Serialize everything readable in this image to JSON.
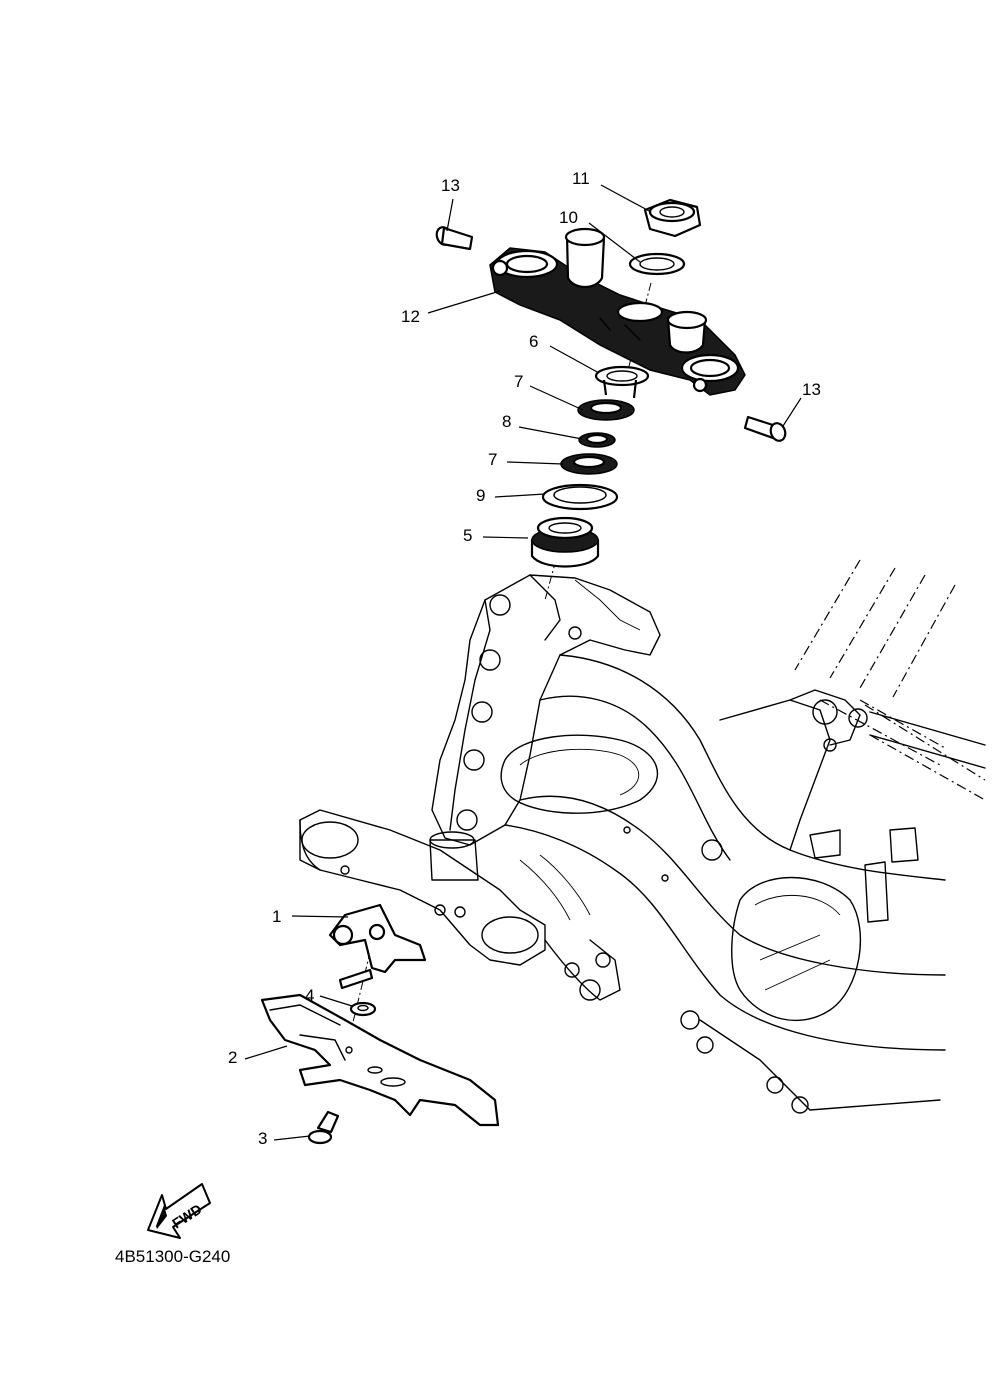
{
  "diagram": {
    "callouts": {
      "c1": "1",
      "c2": "2",
      "c3": "3",
      "c4": "4",
      "c5": "5",
      "c6": "6",
      "c7a": "7",
      "c7b": "7",
      "c8": "8",
      "c9": "9",
      "c10": "10",
      "c11": "11",
      "c12": "12",
      "c13a": "13",
      "c13b": "13"
    },
    "fwd_label": "FWD",
    "drawing_code": "4B51300-G240"
  }
}
